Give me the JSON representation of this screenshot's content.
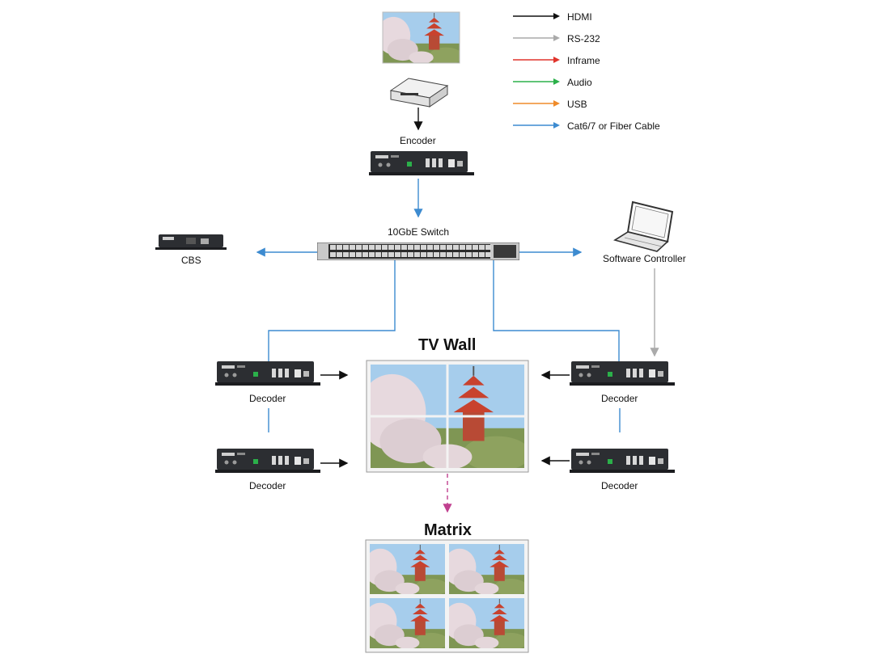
{
  "legend": [
    {
      "label": "HDMI",
      "color": "#111111"
    },
    {
      "label": "RS-232",
      "color": "#aaaaaa"
    },
    {
      "label": "Inframe",
      "color": "#e0342c"
    },
    {
      "label": "Audio",
      "color": "#2bb04a"
    },
    {
      "label": "USB",
      "color": "#ef8b2a"
    },
    {
      "label": "Cat6/7 or Fiber Cable",
      "color": "#3d8bd0"
    }
  ],
  "labels": {
    "encoder": "Encoder",
    "switch": "10GbE Switch",
    "cbs": "CBS",
    "software_controller": "Software Controller",
    "tv_wall": "TV Wall",
    "matrix": "Matrix",
    "decoder_top_left": "Decoder",
    "decoder_bottom_left": "Decoder",
    "decoder_top_right": "Decoder",
    "decoder_bottom_right": "Decoder"
  },
  "colors": {
    "cat6": "#3d8bd0",
    "rs232": "#aaaaaa",
    "hdmi": "#111111",
    "matrix_link": "#c0408f",
    "device_body": "#2c2e32",
    "sky": "#9ec8ea",
    "pagoda": "#c8422e",
    "blossom": "#e9dbe0",
    "foliage": "#6f8d4a"
  }
}
